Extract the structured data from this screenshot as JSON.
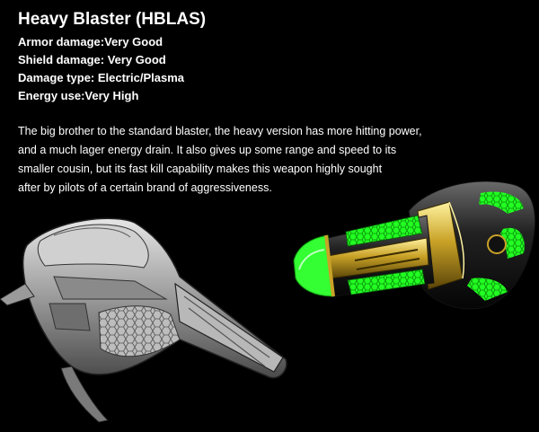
{
  "weapon": {
    "title": "Heavy Blaster (HBLAS)",
    "stats": [
      "Armor damage:Very Good",
      "Shield damage: Very Good",
      "Damage type: Electric/Plasma",
      "Energy use:Very High"
    ],
    "description_lines": [
      "The big brother to the standard blaster, the heavy version has more hitting power,",
      "and a much lager energy drain. It also gives up some range  and speed to its",
      "smaller cousin, but its fast kill capability makes this weapon highly sought",
      "after by pilots of a certain brand of aggressiveness."
    ]
  },
  "colors": {
    "background": "#000000",
    "text": "#ffffff",
    "glow_green": "#22ff22",
    "gold": "#c9a227",
    "sketch_gray": "#9a9a9a"
  }
}
